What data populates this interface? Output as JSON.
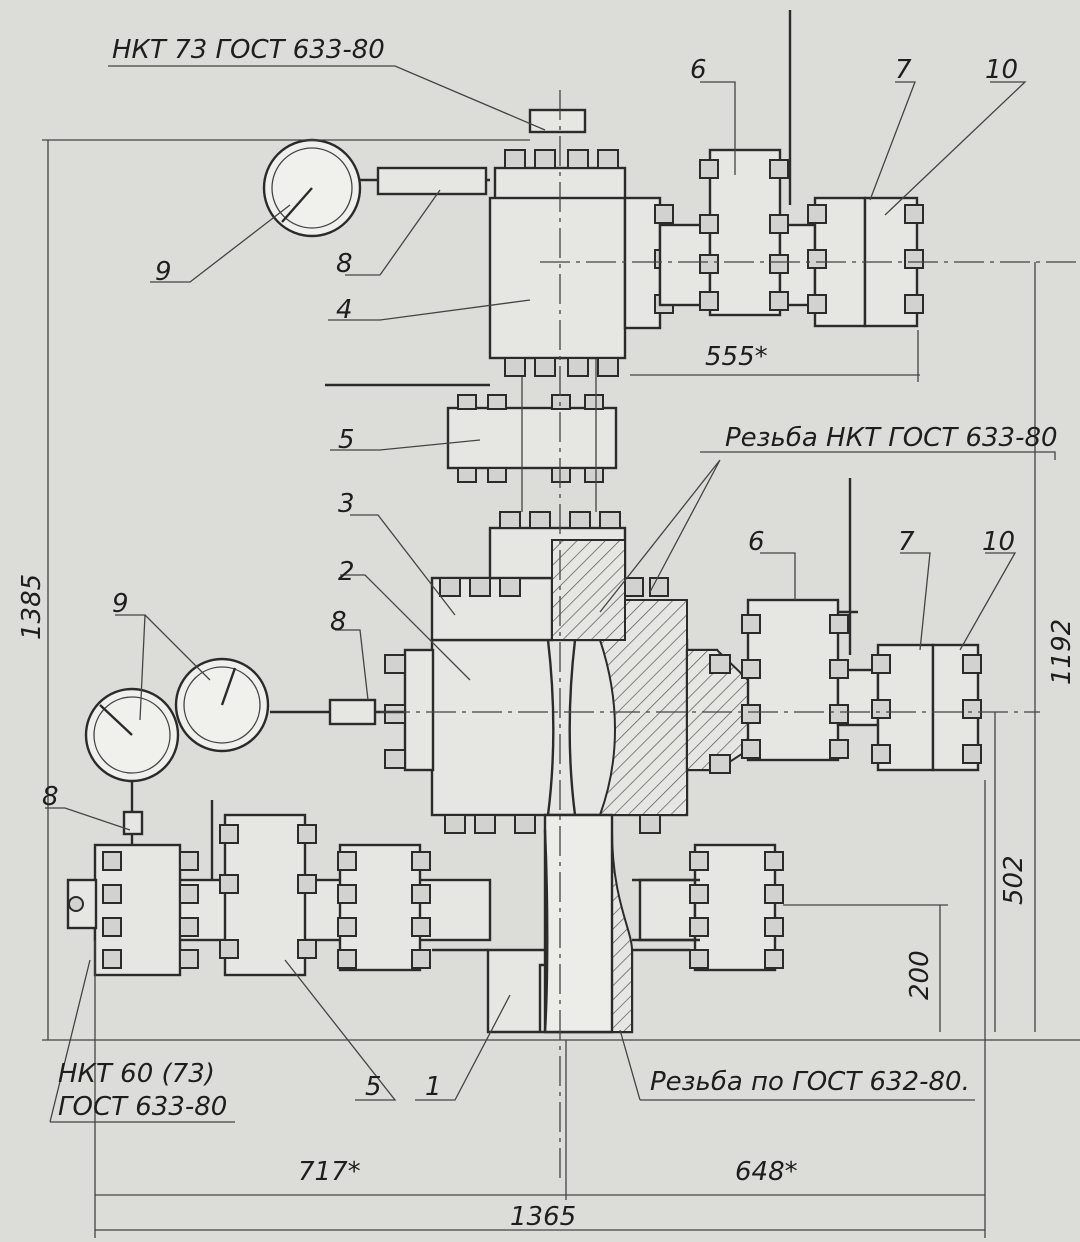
{
  "callouts": {
    "tubing_top": "НКТ 73 ГОСТ 633-80",
    "thread_tubing": "Резьба НКТ ГОСТ 633-80",
    "thread_gost632": "Резьба по ГОСТ 632-80.",
    "tubing_left_1": "НКТ 60 (73)",
    "tubing_left_2": "ГОСТ 633-80"
  },
  "part_numbers": {
    "p1": "1",
    "p2": "2",
    "p3": "3",
    "p4": "4",
    "p5_top": "5",
    "p5_bottom": "5",
    "p6_top": "6",
    "p6_right": "6",
    "p7_top": "7",
    "p7_right": "7",
    "p8_top": "8",
    "p8_mid": "8",
    "p8_left": "8",
    "p9_top": "9",
    "p9_left": "9",
    "p10_top": "10",
    "p10_right": "10"
  },
  "dimensions": {
    "total_height": "1385",
    "right_height": "1192",
    "right_mid": "502",
    "right_low": "200",
    "top_span": "555*",
    "left_span": "717*",
    "right_span": "648*",
    "total_width": "1365"
  }
}
